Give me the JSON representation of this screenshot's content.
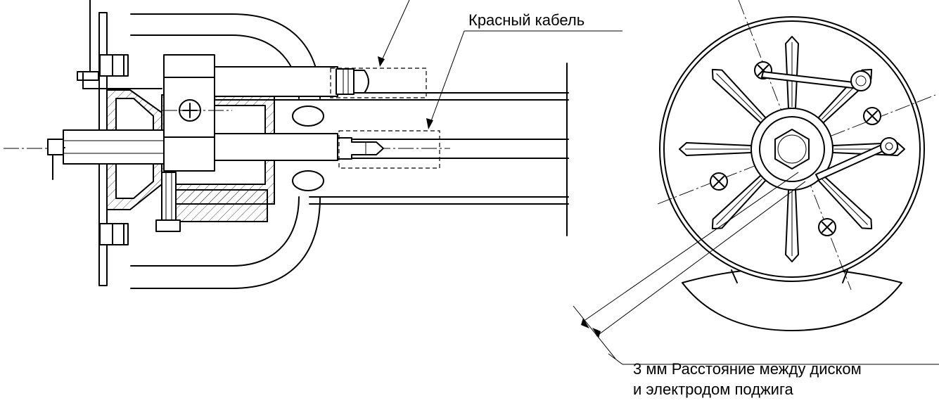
{
  "labels": {
    "red_cable": "Красный  кабель",
    "distance_line1": "3 мм Расстояние между диском",
    "distance_line2": "и электродом поджига"
  }
}
